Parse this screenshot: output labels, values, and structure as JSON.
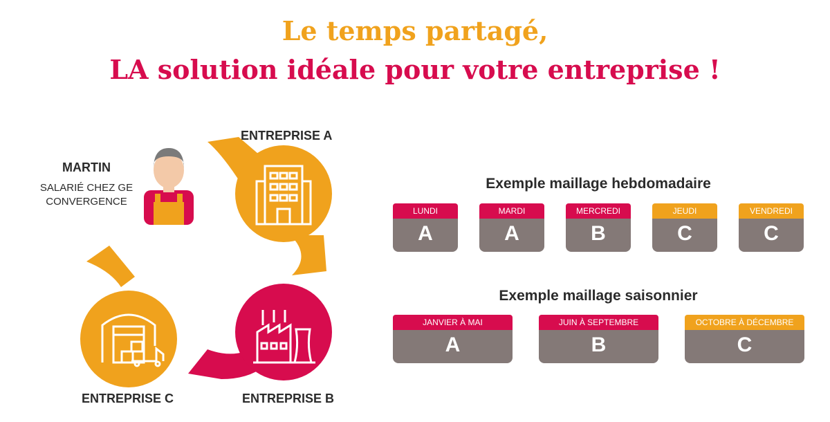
{
  "title_line1": "Le temps partagé,",
  "title_line2": "LA solution idéale pour votre entreprise !",
  "colors": {
    "orange": "#f0a21d",
    "crimson": "#d70c4e",
    "gray": "#847977",
    "text": "#2b2b2b"
  },
  "person": {
    "name": "MARTIN",
    "desc_line1": "SALARIÉ CHEZ GE",
    "desc_line2": "CONVERGENCE",
    "icon": "worker-icon"
  },
  "enterprises": [
    {
      "label": "ENTREPRISE A",
      "icon": "office-building-icon",
      "color": "orange"
    },
    {
      "label": "ENTREPRISE B",
      "icon": "factory-icon",
      "color": "crimson"
    },
    {
      "label": "ENTREPRISE C",
      "icon": "warehouse-icon",
      "color": "orange"
    }
  ],
  "weekly": {
    "title": "Exemple maillage hebdomadaire",
    "cards": [
      {
        "period": "LUNDI",
        "value": "A",
        "color": "crimson"
      },
      {
        "period": "MARDI",
        "value": "A",
        "color": "crimson"
      },
      {
        "period": "MERCREDI",
        "value": "B",
        "color": "crimson"
      },
      {
        "period": "JEUDI",
        "value": "C",
        "color": "orange"
      },
      {
        "period": "VENDREDI",
        "value": "C",
        "color": "orange"
      }
    ]
  },
  "seasonal": {
    "title": "Exemple maillage saisonnier",
    "cards": [
      {
        "period": "JANVIER À MAI",
        "value": "A",
        "color": "crimson"
      },
      {
        "period": "JUIN À SEPTEMBRE",
        "value": "B",
        "color": "crimson"
      },
      {
        "period": "OCTOBRE À DÉCEMBRE",
        "value": "C",
        "color": "orange"
      }
    ]
  }
}
